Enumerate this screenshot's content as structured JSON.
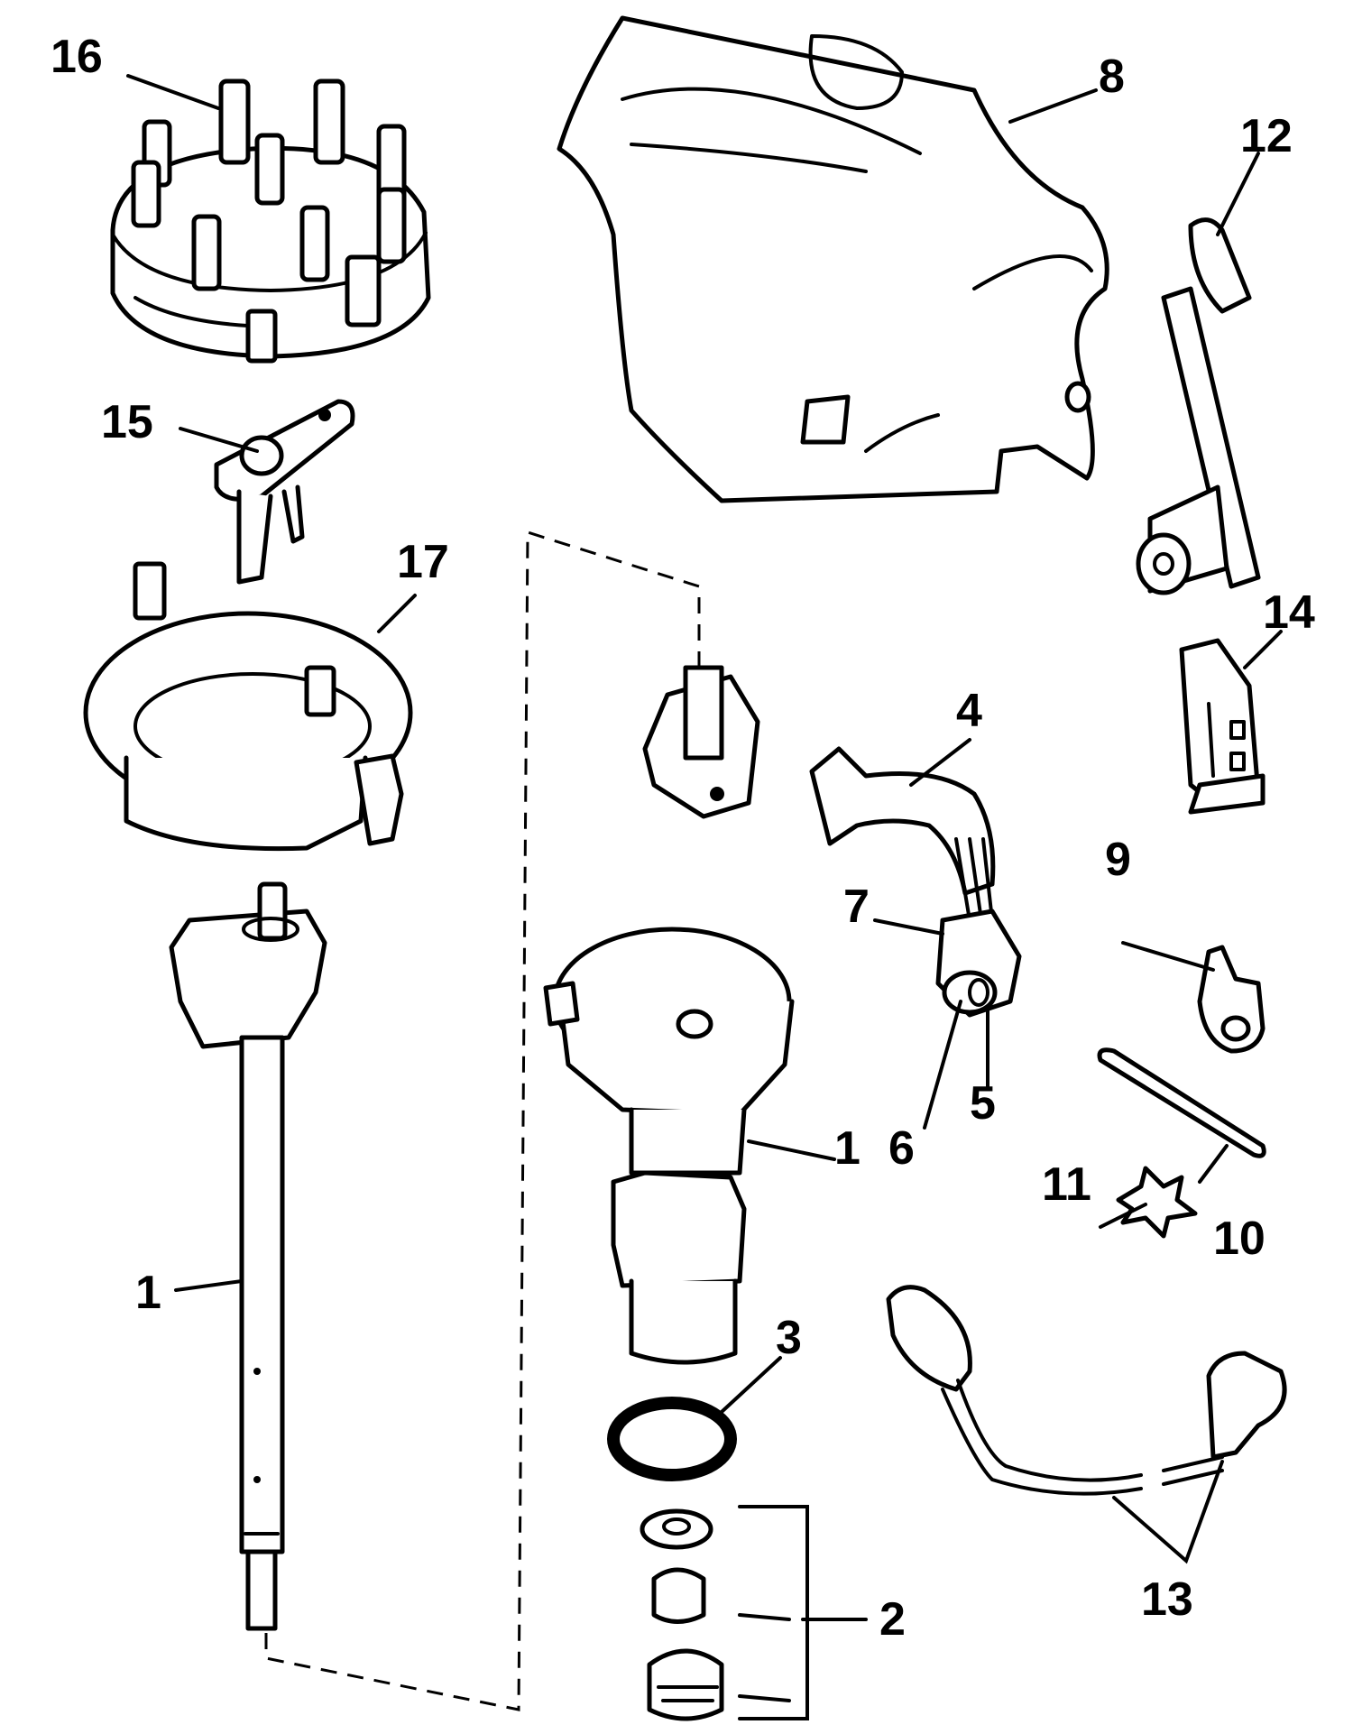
{
  "callouts": {
    "c1_left": "1",
    "c1_right": "1",
    "c2": "2",
    "c3": "3",
    "c4": "4",
    "c5": "5",
    "c6": "6",
    "c7": "7",
    "c8": "8",
    "c9": "9",
    "c10": "10",
    "c11": "11",
    "c12": "12",
    "c13": "13",
    "c14": "14",
    "c15": "15",
    "c16": "16",
    "c17": "17"
  },
  "colors": {
    "line": "#000000",
    "background": "#ffffff"
  }
}
